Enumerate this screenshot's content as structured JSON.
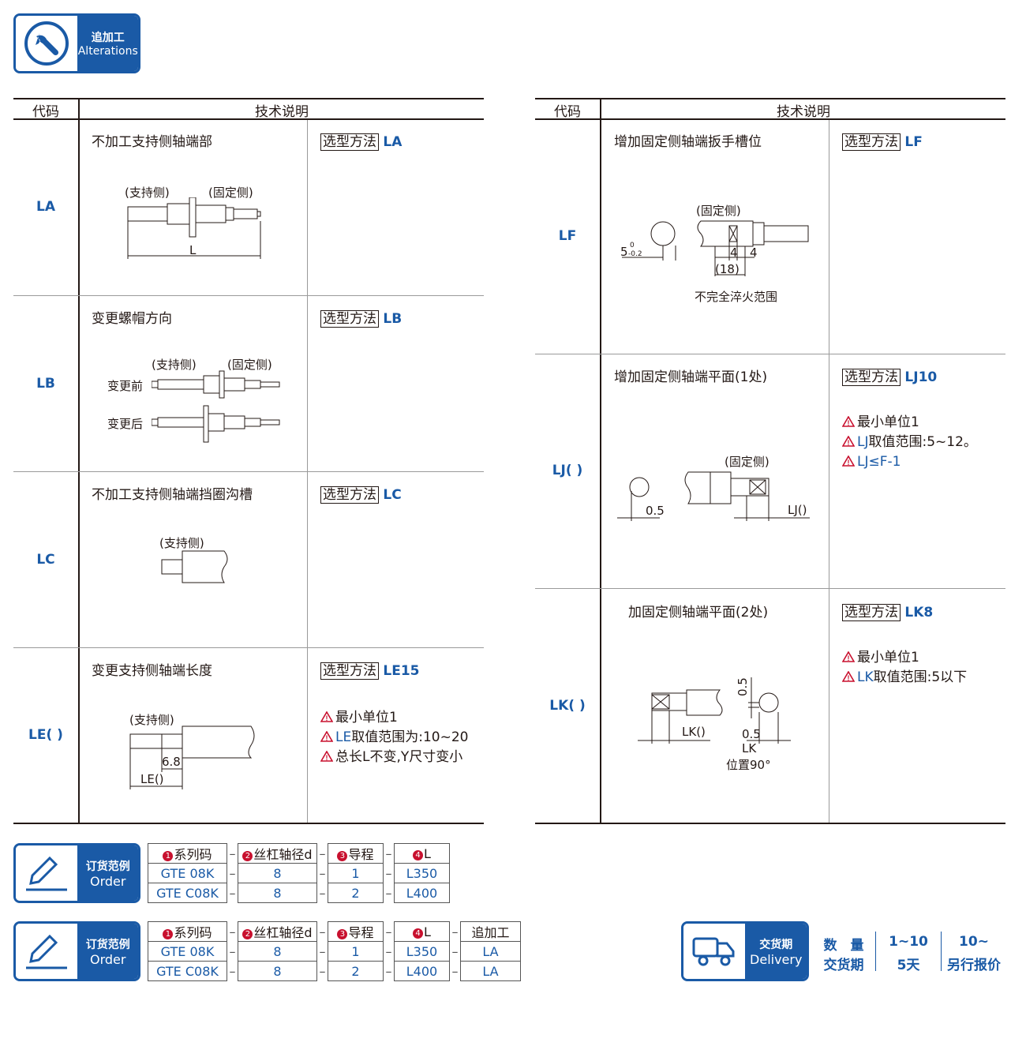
{
  "header_badge": {
    "cn": "追加工",
    "en": "Alterations",
    "icon": "wrench-icon"
  },
  "left_table": {
    "col_code": "代码",
    "col_desc": "技术说明",
    "rows": [
      {
        "code": "LA",
        "title": "不加工支持侧轴端部",
        "select_label": "选型方法",
        "select_code": "LA",
        "fig": {
          "support": "(支持侧)",
          "fixed": "(固定侧)",
          "dim": "L"
        },
        "notes": []
      },
      {
        "code": "LB",
        "title": "变更螺帽方向",
        "select_label": "选型方法",
        "select_code": "LB",
        "fig": {
          "support": "(支持侧)",
          "fixed": "(固定侧)",
          "before": "变更前",
          "after": "变更后"
        },
        "notes": []
      },
      {
        "code": "LC",
        "title": "不加工支持侧轴端挡圈沟槽",
        "select_label": "选型方法",
        "select_code": "LC",
        "fig": {
          "support": "(支持侧)"
        },
        "notes": []
      },
      {
        "code": "LE( )",
        "title": "变更支持侧轴端长度",
        "select_label": "选型方法",
        "select_code": "LE15",
        "fig": {
          "support": "(支持侧)",
          "dim1": "6.8",
          "dim2": "LE()"
        },
        "notes": [
          {
            "pre": "",
            "hl": "",
            "text": "最小单位1"
          },
          {
            "pre": "",
            "hl": "LE",
            "text": "取值范围为:10~20"
          },
          {
            "pre": "",
            "hl": "",
            "text": "总长L不变,Y尺寸变小"
          }
        ]
      }
    ]
  },
  "right_table": {
    "col_code": "代码",
    "col_desc": "技术说明",
    "rows": [
      {
        "code": "LF",
        "title": "增加固定侧轴端扳手槽位",
        "select_label": "选型方法",
        "select_code": "LF",
        "fig": {
          "fixed": "(固定侧)",
          "dim_a": "5",
          "tol_up": "0",
          "tol_dn": "-0.2",
          "dim_b": "4",
          "dim_c": "4",
          "dim_d": "(18)",
          "note": "不完全淬火范围"
        },
        "notes": []
      },
      {
        "code": "LJ( )",
        "title": "增加固定侧轴端平面(1处)",
        "select_label": "选型方法",
        "select_code": "LJ10",
        "fig": {
          "fixed": "(固定侧)",
          "dim_a": "0.5",
          "dim_b": "LJ()"
        },
        "notes": [
          {
            "hl": "",
            "text": "最小单位1"
          },
          {
            "hl": "LJ",
            "text": "取值范围:5~12。"
          },
          {
            "hl": "LJ≤F-1",
            "text": ""
          }
        ]
      },
      {
        "code": "LK( )",
        "title": "加固定侧轴端平面(2处)",
        "select_label": "选型方法",
        "select_code": "LK8",
        "fig": {
          "dim_a": "0.5",
          "dim_b": "LK()",
          "dim_c": "0.5",
          "dim_d": "LK",
          "dim_e": "位置90°"
        },
        "notes": [
          {
            "hl": "",
            "text": "最小单位1"
          },
          {
            "hl": "LK",
            "text": "取值范围:5以下"
          }
        ]
      }
    ]
  },
  "order1": {
    "badge": {
      "cn": "订货范例",
      "en": "Order",
      "icon": "pencil-icon"
    },
    "headers": [
      {
        "n": "1",
        "t": "系列码"
      },
      {
        "n": "2",
        "t": "丝杠轴径d"
      },
      {
        "n": "3",
        "t": "导程"
      },
      {
        "n": "4",
        "t": "L"
      }
    ],
    "rows": [
      [
        "GTE 08K",
        "8",
        "1",
        "L350"
      ],
      [
        "GTE C08K",
        "8",
        "2",
        "L400"
      ]
    ]
  },
  "order2": {
    "badge": {
      "cn": "订货范例",
      "en": "Order",
      "icon": "pencil-icon"
    },
    "headers": [
      {
        "n": "1",
        "t": "系列码"
      },
      {
        "n": "2",
        "t": "丝杠轴径d"
      },
      {
        "n": "3",
        "t": "导程"
      },
      {
        "n": "4",
        "t": "L"
      },
      {
        "n": "",
        "t": "追加工"
      }
    ],
    "rows": [
      [
        "GTE 08K",
        "8",
        "1",
        "L350",
        "LA"
      ],
      [
        "GTE C08K",
        "8",
        "2",
        "L400",
        "LA"
      ]
    ]
  },
  "delivery": {
    "badge": {
      "cn": "交货期",
      "en": "Delivery",
      "icon": "truck-icon"
    },
    "col_label_1": "数　量",
    "col_label_2": "交货期",
    "cols": [
      {
        "qty": "1~10",
        "time": "5天"
      },
      {
        "qty": "10~",
        "time": "另行报价"
      }
    ]
  },
  "colors": {
    "accent": "#1a5aa6",
    "warn": "#c8102e"
  }
}
